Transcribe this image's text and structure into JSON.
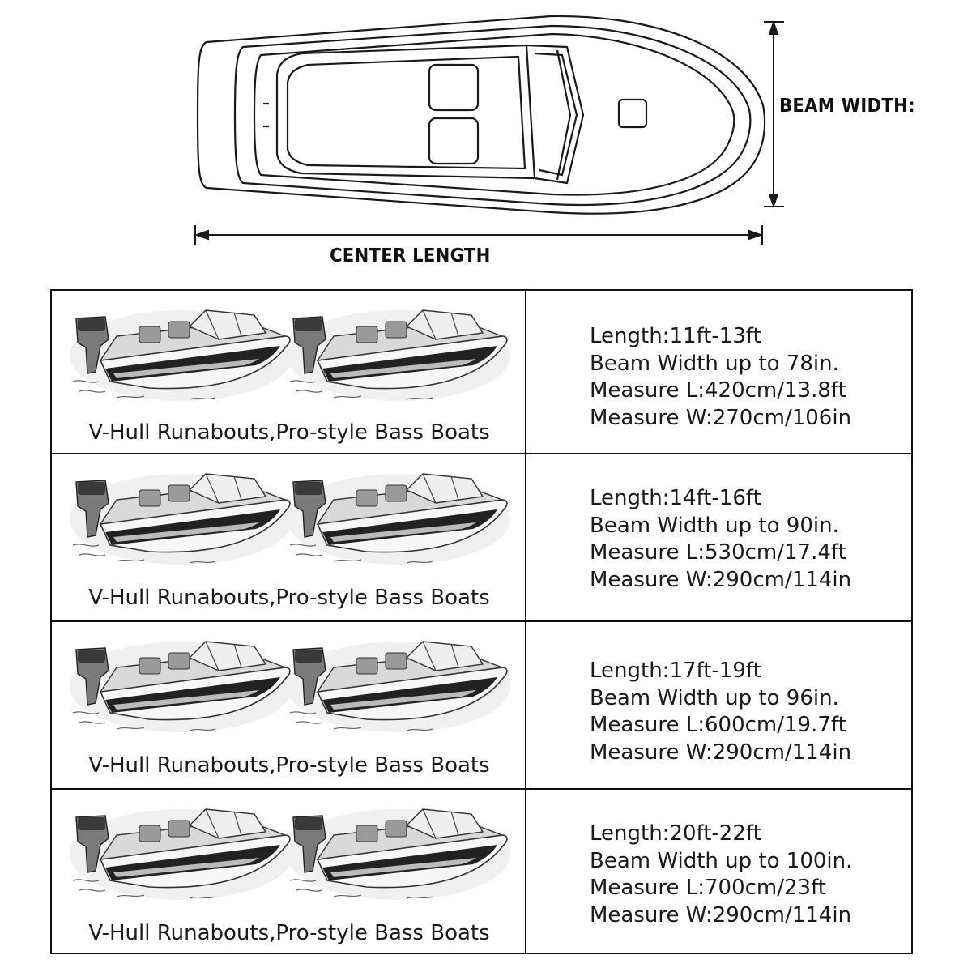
{
  "diagram": {
    "beam_width_label": "BEAM WIDTH:",
    "center_length_label": "CENTER LENGTH"
  },
  "rows": [
    {
      "caption": "V-Hull Runabouts,Pro-style Bass Boats",
      "length": "Length:11ft-13ft",
      "beam": "Beam Width up to 78in.",
      "measure_l": "Measure L:420cm/13.8ft",
      "measure_w": "Measure W:270cm/106in"
    },
    {
      "caption": "V-Hull Runabouts,Pro-style Bass Boats",
      "length": "Length:14ft-16ft",
      "beam": "Beam Width up to 90in.",
      "measure_l": "Measure L:530cm/17.4ft",
      "measure_w": "Measure W:290cm/114in"
    },
    {
      "caption": "V-Hull Runabouts,Pro-style Bass Boats",
      "length": "Length:17ft-19ft",
      "beam": "Beam Width up to 96in.",
      "measure_l": "Measure L:600cm/19.7ft",
      "measure_w": "Measure W:290cm/114in"
    },
    {
      "caption": "V-Hull Runabouts,Pro-style Bass Boats",
      "length": "Length:20ft-22ft",
      "beam": "Beam Width up to 100in.",
      "measure_l": "Measure L:700cm/23ft",
      "measure_w": "Measure W:290cm/114in"
    }
  ]
}
